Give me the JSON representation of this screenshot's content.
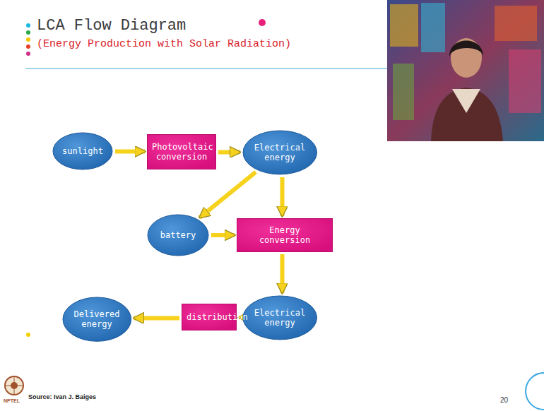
{
  "diagram": {
    "title": "LCA Flow Diagram",
    "nodes": [
      {
        "text": [
          "sunlight"
        ]
      },
      {
        "text": [
          "Photovoltaic conversion"
        ]
      },
      {
        "text": [
          "Electrical energy"
        ]
      },
      {
        "text": [
          "battery"
        ]
      },
      {
        "text": [
          "Energy conversion"
        ]
      },
      {
        "text": [
          "Electrical energy"
        ]
      },
      {
        "text": [
          "distribution"
        ]
      },
      {
        "text": [
          "Delivered energy"
        ]
      }
    ],
    "edges": [
      {
        "from": 0,
        "to": 1,
        "arrow": "to"
      },
      {
        "from": 1,
        "to": 2,
        "arrow": "to"
      },
      {
        "from": 2,
        "to": 3,
        "arrow": "to"
      },
      {
        "from": 2,
        "to": 4,
        "arrow": "to"
      },
      {
        "from": 3,
        "to": 4,
        "arrow": "to"
      },
      {
        "from": 4,
        "to": 5,
        "arrow": "to"
      },
      {
        "from": 5,
        "to": 6,
        "arrow": "to"
      },
      {
        "from": 6,
        "to": 7,
        "arrow": "to"
      }
    ],
    "labels": [
      "(Energy Production with Solar Radiation)",
      "Source: Ivan J. Baiges",
      "20",
      "NPTEL"
    ]
  }
}
